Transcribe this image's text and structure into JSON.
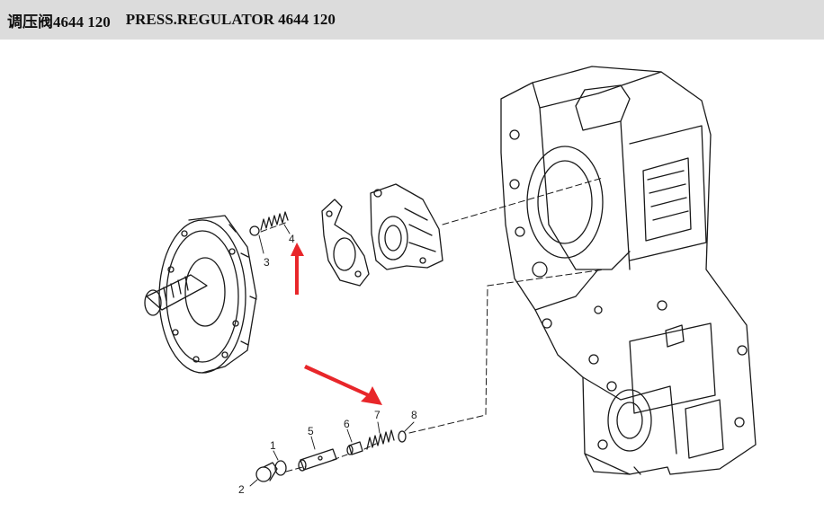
{
  "header": {
    "title_cn": "调压阀4644 120",
    "title_en": "PRESS.REGULATOR 4644 120"
  },
  "callouts": [
    "1",
    "2",
    "3",
    "4",
    "5",
    "6",
    "7",
    "8"
  ],
  "colors": {
    "title_bar_bg": "#dcdcdc",
    "line": "#1a1a1a",
    "arrow": "#e8262a"
  }
}
